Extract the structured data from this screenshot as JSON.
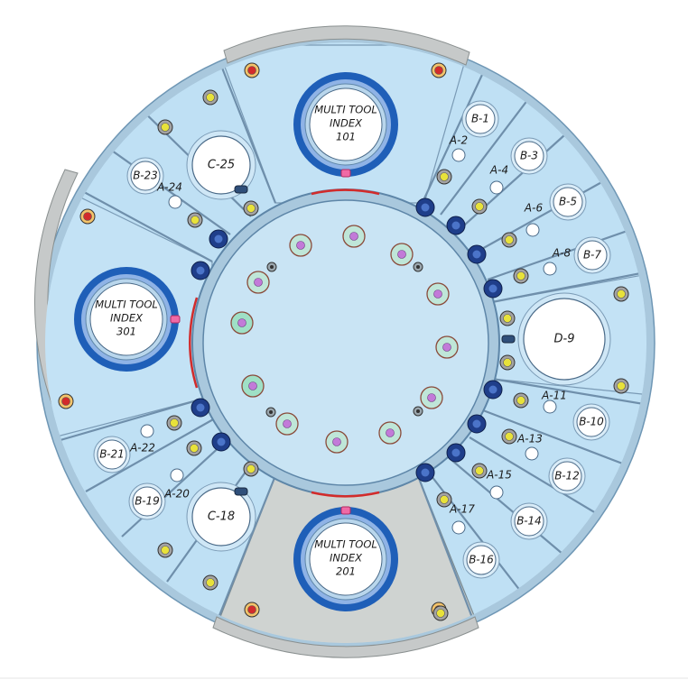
{
  "turret": {
    "colors": {
      "plate": "#bfe0f4",
      "plate_edge": "#7fa9c8",
      "rim": "#a9c8dd",
      "grey_rim": "#c6c9c9",
      "grey_sector": "#cfd3d1",
      "center": "#c9e4f4",
      "ring_blue": "#1f5fb8",
      "red": "#d22b2b",
      "yellow": "#e8e23a",
      "lilac": "#c27ad8",
      "mint": "#9fe0c6"
    },
    "mti_stations": [
      {
        "id": "mti-101",
        "line1": "MULTI TOOL",
        "line2": "INDEX",
        "number": "101"
      },
      {
        "id": "mti-301",
        "line1": "MULTI TOOL",
        "line2": "INDEX",
        "number": "301"
      },
      {
        "id": "mti-201",
        "line1": "MULTI TOOL",
        "line2": "INDEX",
        "number": "201"
      }
    ],
    "large_stations": [
      {
        "id": "d9",
        "label": "D-9"
      },
      {
        "id": "c25",
        "label": "C-25"
      },
      {
        "id": "c18",
        "label": "C-18"
      }
    ],
    "b_stations": [
      {
        "id": "b1",
        "label": "B-1"
      },
      {
        "id": "b3",
        "label": "B-3"
      },
      {
        "id": "b5",
        "label": "B-5"
      },
      {
        "id": "b7",
        "label": "B-7"
      },
      {
        "id": "b10",
        "label": "B-10"
      },
      {
        "id": "b12",
        "label": "B-12"
      },
      {
        "id": "b14",
        "label": "B-14"
      },
      {
        "id": "b16",
        "label": "B-16"
      },
      {
        "id": "b19",
        "label": "B-19"
      },
      {
        "id": "b21",
        "label": "B-21"
      },
      {
        "id": "b23",
        "label": "B-23"
      }
    ],
    "a_stations": [
      {
        "id": "a2",
        "label": "A-2"
      },
      {
        "id": "a4",
        "label": "A-4"
      },
      {
        "id": "a6",
        "label": "A-6"
      },
      {
        "id": "a8",
        "label": "A-8"
      },
      {
        "id": "a11",
        "label": "A-11"
      },
      {
        "id": "a13",
        "label": "A-13"
      },
      {
        "id": "a15",
        "label": "A-15"
      },
      {
        "id": "a17",
        "label": "A-17"
      },
      {
        "id": "a20",
        "label": "A-20"
      },
      {
        "id": "a22",
        "label": "A-22"
      },
      {
        "id": "a24",
        "label": "A-24"
      }
    ]
  }
}
